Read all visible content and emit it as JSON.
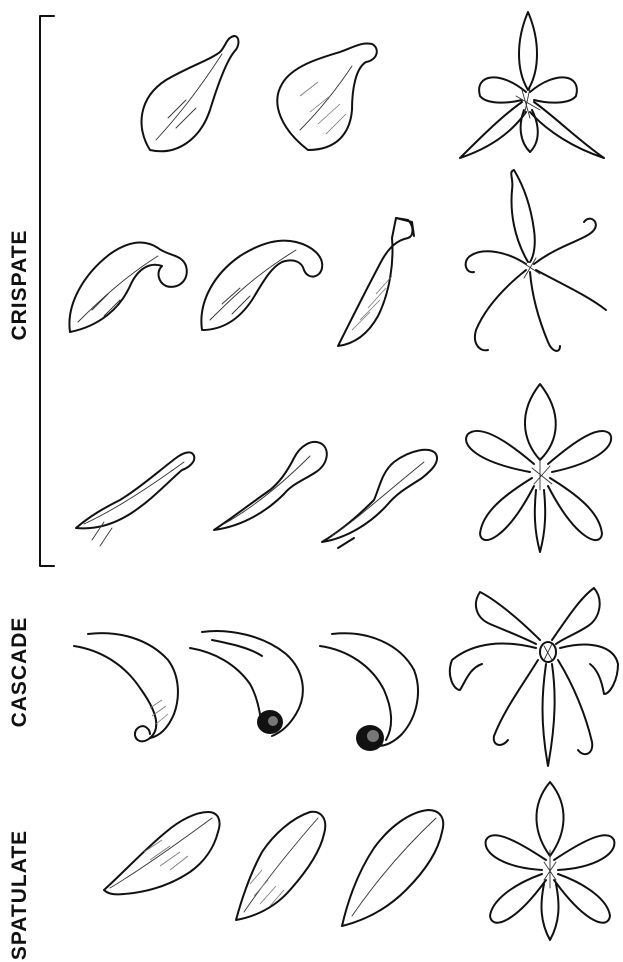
{
  "labels": {
    "crispate": "CRISPATE",
    "cascade": "CASCADE",
    "spatulate": "SPATULATE"
  },
  "colors": {
    "ink": "#111111",
    "background": "#ffffff"
  }
}
